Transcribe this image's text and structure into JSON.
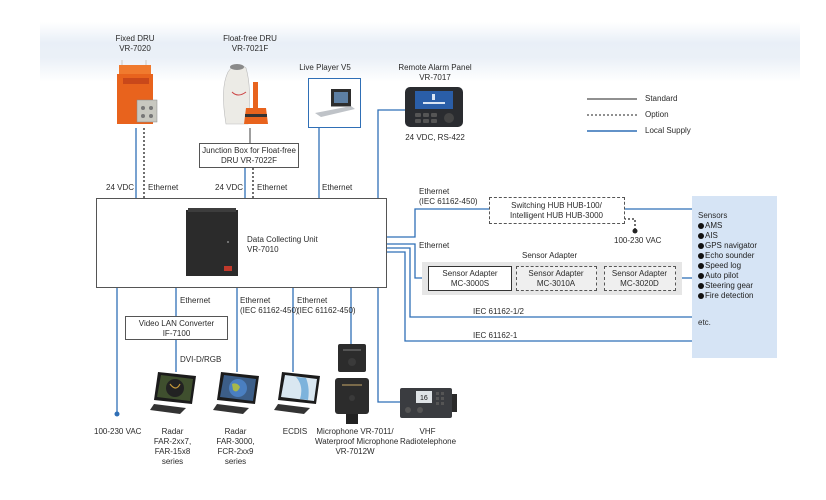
{
  "legend": {
    "standard": "Standard",
    "option": "Option",
    "local_supply": "Local Supply"
  },
  "colors": {
    "standard_line": "#6b6b6b",
    "local_supply_line": "#2f6fb6",
    "sensor_panel": "#d6e4f5",
    "dru_orange": "#e8631d"
  },
  "devices": {
    "fixed_dru": {
      "name": "Fixed DRU",
      "model": "VR-7020"
    },
    "float_free_dru": {
      "name": "Float-free DRU",
      "model": "VR-7021F"
    },
    "live_player": {
      "name": "Live Player V5"
    },
    "remote_alarm": {
      "name": "Remote Alarm Panel",
      "model": "VR-7017",
      "spec": "24 VDC, RS-422"
    },
    "junction_box": {
      "line1": "Junction Box for Float-free",
      "line2": "DRU VR-7022F"
    },
    "dcu": {
      "name": "Data Collecting Unit",
      "model": "VR-7010"
    },
    "hub": {
      "line1": "Switching HUB HUB-100/",
      "line2": "Intelligent HUB HUB-3000",
      "power": "100-230 VAC"
    },
    "sensor_adapter_group": "Sensor Adapter",
    "sensor_adapters": [
      {
        "line1": "Sensor Adapter",
        "line2": "MC-3000S"
      },
      {
        "line1": "Sensor Adapter",
        "line2": "MC-3010A"
      },
      {
        "line1": "Sensor Adapter",
        "line2": "MC-3020D"
      }
    ],
    "video_converter": {
      "line1": "Video LAN Converter",
      "line2": "IF-7100"
    },
    "radar1": {
      "line1": "Radar",
      "line2": "FAR-2xx7,",
      "line3": "FAR-15x8",
      "line4": "series"
    },
    "radar2": {
      "line1": "Radar",
      "line2": "FAR-3000,",
      "line3": "FCR-2xx9",
      "line4": "series"
    },
    "ecdis": {
      "name": "ECDIS"
    },
    "microphone": {
      "line1": "Microphone VR-7011/",
      "line2": "Waterproof Microphone",
      "line3": "VR-7012W"
    },
    "vhf": {
      "line1": "VHF",
      "line2": "Radiotelephone"
    },
    "power_left": "100-230 VAC"
  },
  "labels": {
    "vdc24_a": "24 VDC",
    "eth_a": "Ethernet",
    "vdc24_b": "24 VDC",
    "eth_b": "Ethernet",
    "eth_live": "Ethernet",
    "eth_hub_1": "Ethernet",
    "eth_hub_2": "(IEC 61162-450)",
    "eth_sensor": "Ethernet",
    "iec_12": "IEC 61162-1/2",
    "iec_1": "IEC 61162-1",
    "eth_vlc": "Ethernet",
    "eth_r2_1": "Ethernet",
    "eth_r2_2": "(IEC 61162-450)",
    "eth_ec_1": "Ethernet",
    "eth_ec_2": "(IEC 61162-450)",
    "dvi": "DVI-D/RGB"
  },
  "sensors": {
    "title": "Sensors",
    "items": [
      "AMS",
      "AIS",
      "GPS navigator",
      "Echo sounder",
      "Speed log",
      "Auto pilot",
      "Steering gear",
      "Fire detection"
    ],
    "footer": "etc."
  }
}
